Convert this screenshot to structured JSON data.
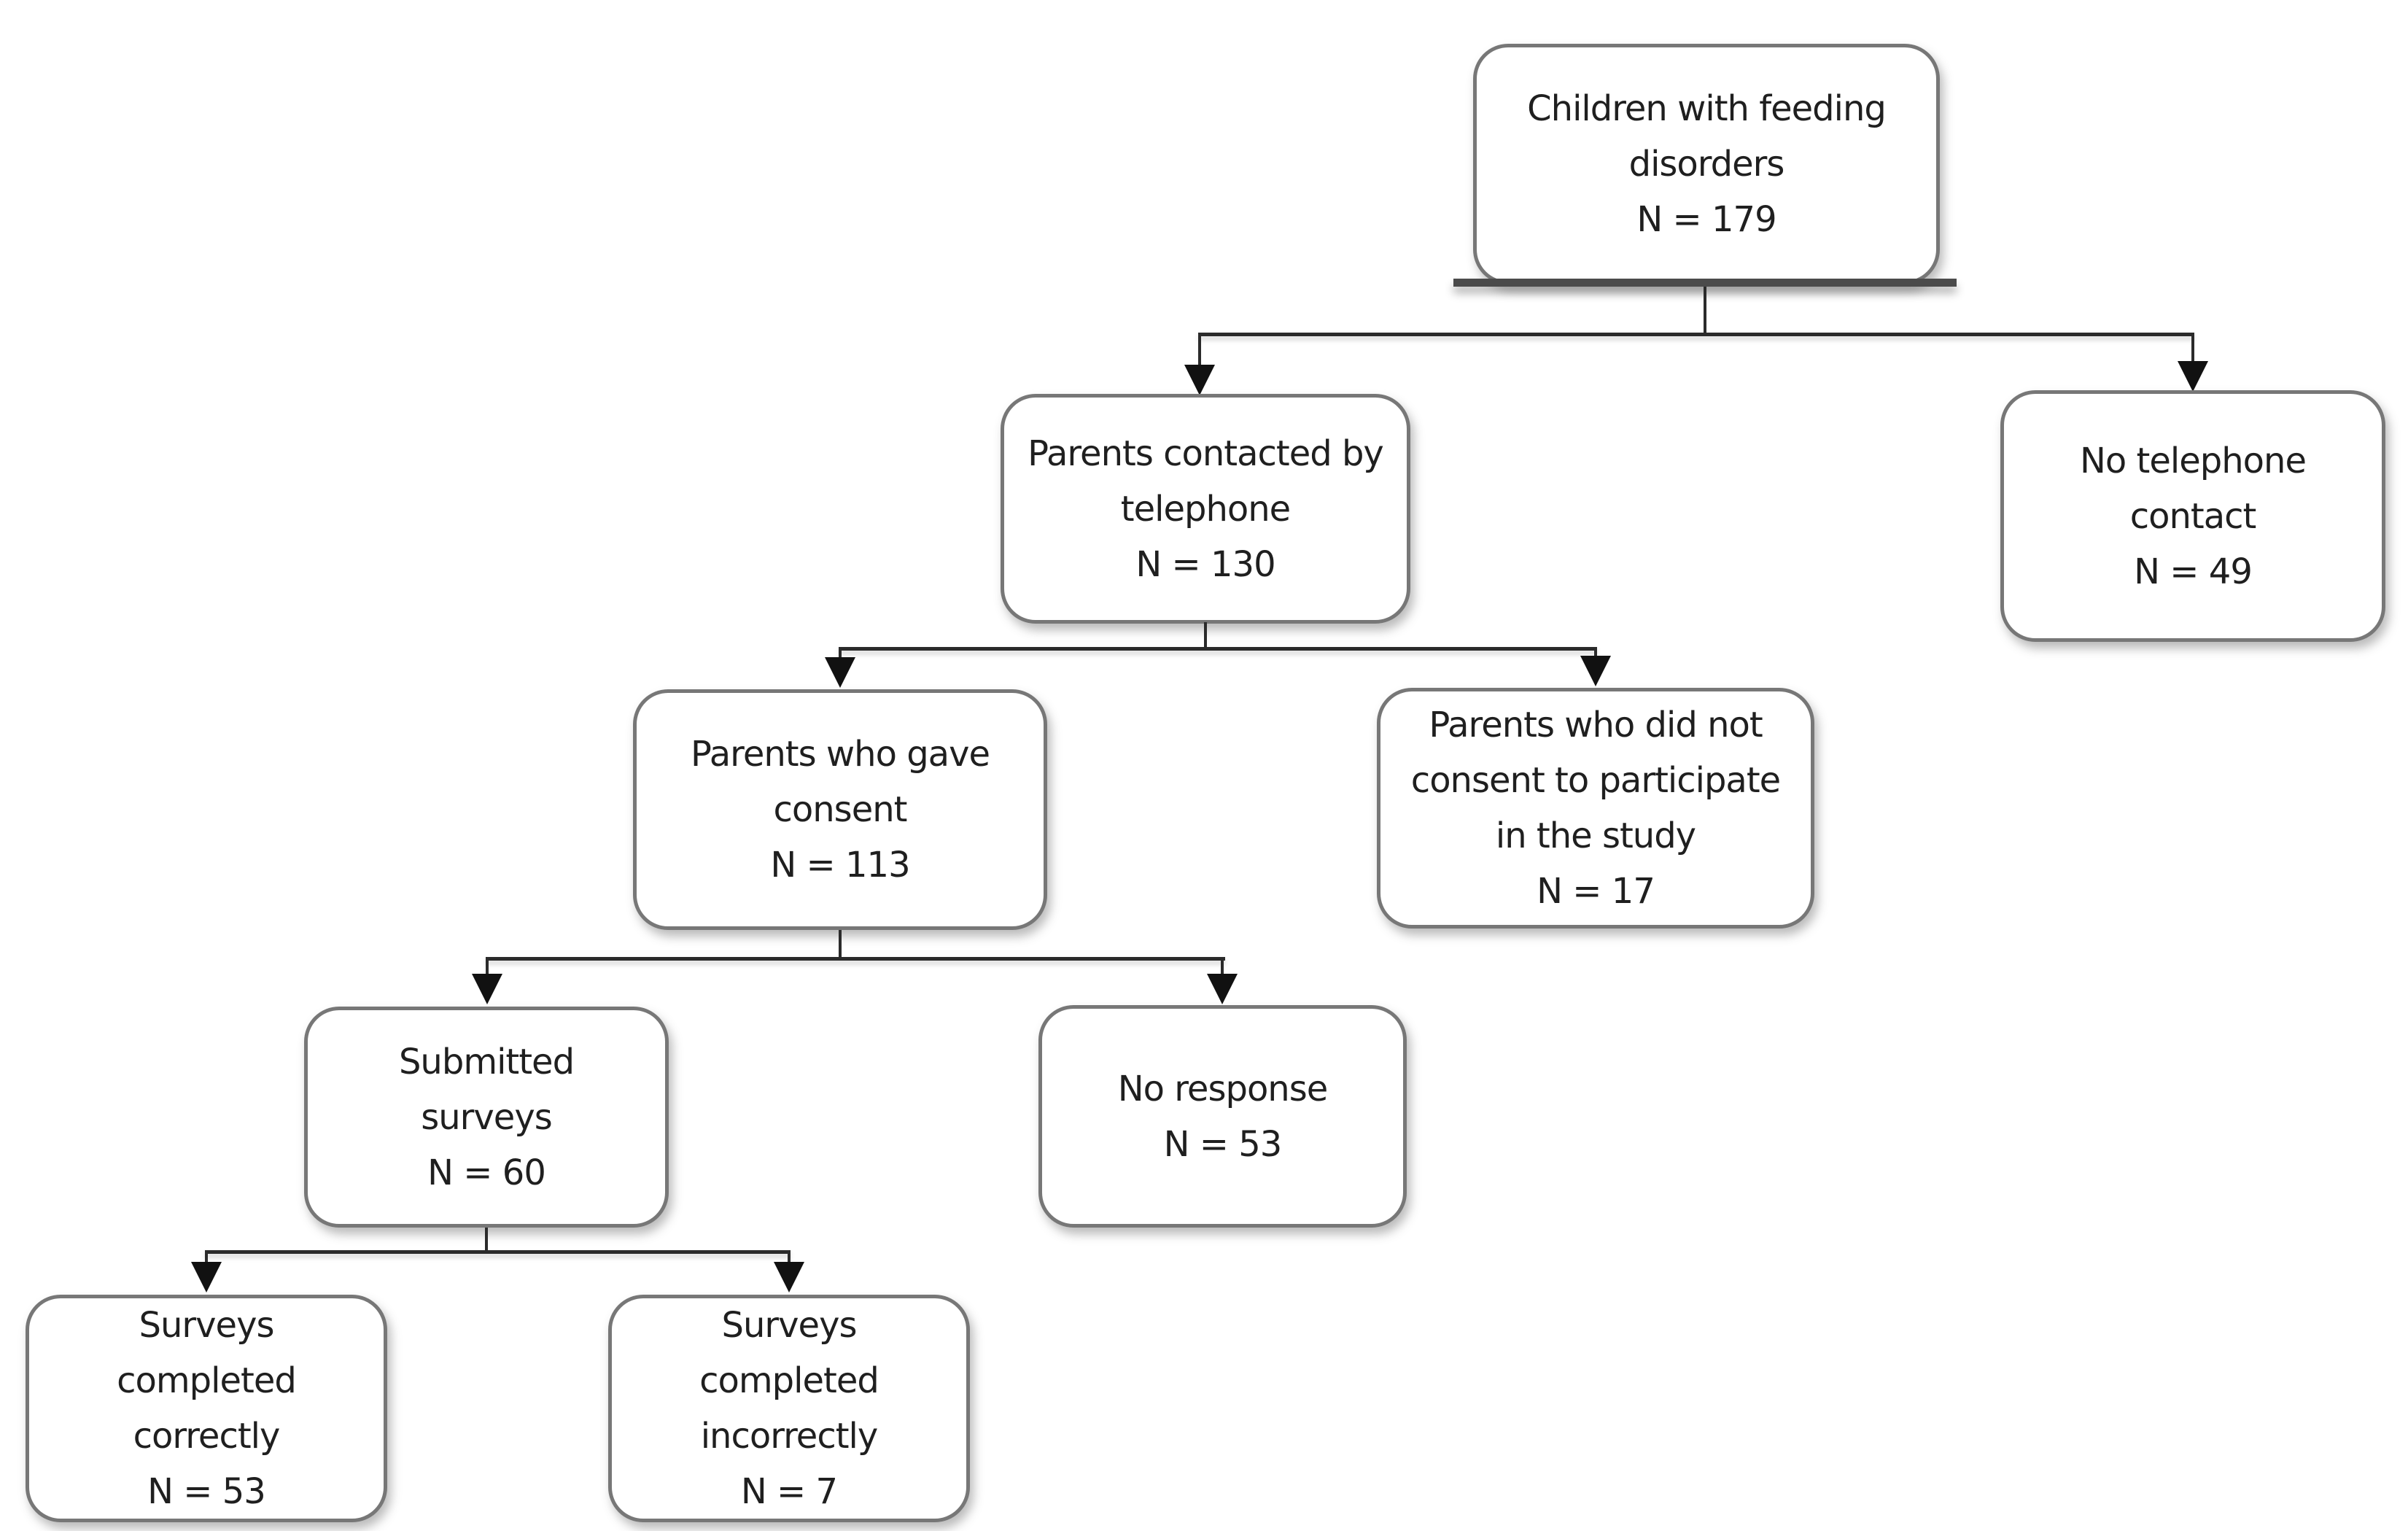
{
  "diagram": {
    "type": "flowchart",
    "nodes": [
      {
        "id": "children-with-feeding-disorders",
        "label": "Children with feeding\ndisorders\nN = 179",
        "n": 179
      },
      {
        "id": "parents-contacted-by-telephone",
        "label": "Parents contacted by\ntelephone\nN = 130",
        "n": 130
      },
      {
        "id": "no-telephone-contact",
        "label": "No telephone\ncontact\nN = 49",
        "n": 49
      },
      {
        "id": "parents-who-gave-consent",
        "label": "Parents who gave\nconsent\nN = 113",
        "n": 113
      },
      {
        "id": "parents-who-did-not-consent",
        "label": "Parents who did not\nconsent to participate\nin the study\nN = 17",
        "n": 17
      },
      {
        "id": "submitted-surveys",
        "label": "Submitted\nsurveys\nN = 60",
        "n": 60
      },
      {
        "id": "no-response",
        "label": "No response\nN = 53",
        "n": 53
      },
      {
        "id": "surveys-completed-correctly",
        "label": "Surveys\ncompleted\ncorrectly\nN = 53",
        "n": 53
      },
      {
        "id": "surveys-completed-incorrectly",
        "label": "Surveys\ncompleted\nincorrectly\nN = 7",
        "n": 7
      }
    ],
    "edges": [
      {
        "from": "children-with-feeding-disorders",
        "to": "parents-contacted-by-telephone"
      },
      {
        "from": "children-with-feeding-disorders",
        "to": "no-telephone-contact"
      },
      {
        "from": "parents-contacted-by-telephone",
        "to": "parents-who-gave-consent"
      },
      {
        "from": "parents-contacted-by-telephone",
        "to": "parents-who-did-not-consent"
      },
      {
        "from": "parents-who-gave-consent",
        "to": "submitted-surveys"
      },
      {
        "from": "parents-who-gave-consent",
        "to": "no-response"
      },
      {
        "from": "submitted-surveys",
        "to": "surveys-completed-correctly"
      },
      {
        "from": "submitted-surveys",
        "to": "surveys-completed-incorrectly"
      }
    ],
    "colors": {
      "background": "#ffffff",
      "box_fill": "#ffffff",
      "box_border": "#777777",
      "connector_line": "#2b2b2b",
      "arrowhead": "#111111",
      "text": "#1f1f1f"
    }
  }
}
